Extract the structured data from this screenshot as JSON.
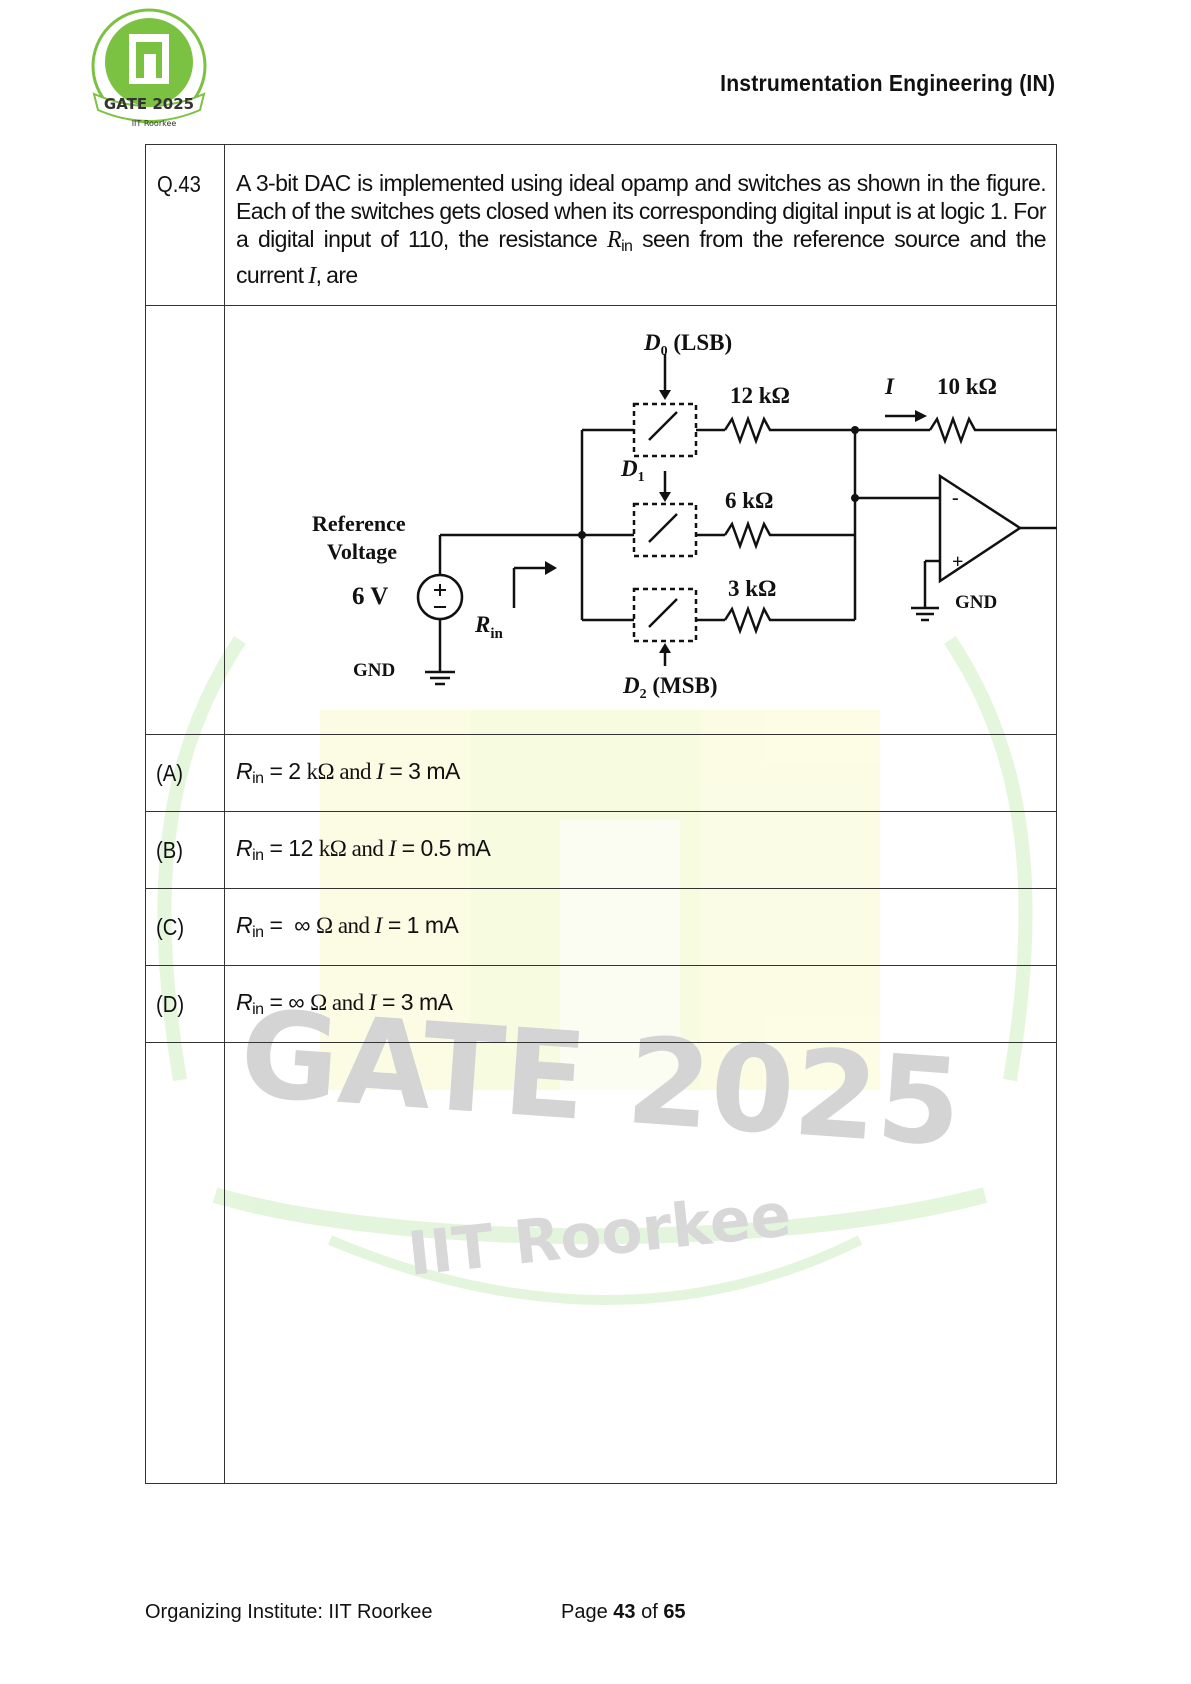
{
  "header": {
    "logo_text": "GATE 2025",
    "logo_subtext": "IIT Roorkee",
    "subject": "Instrumentation Engineering (IN)"
  },
  "watermark": {
    "line1": "GATE 2025",
    "line2": "IIT Roorkee"
  },
  "question": {
    "number": "Q.43",
    "text_part1": "A 3-bit DAC is implemented using ideal opamp and switches as shown in the figure. Each of the switches gets closed when its corresponding digital input is at logic 1. For a digital input of 110, the resistance ",
    "text_rin_R": "R",
    "text_rin_sub": "in",
    "text_part2": " seen from the reference source and the current ",
    "text_I": "I",
    "text_part3": ", are"
  },
  "figure": {
    "d0_label": "D",
    "d0_sub": "0",
    "d0_suffix": "(LSB)",
    "d1_label": "D",
    "d1_sub": "1",
    "d2_label": "D",
    "d2_sub": "2",
    "d2_suffix": "(MSB)",
    "r_12k": "12 kΩ",
    "r_6k": "6 kΩ",
    "r_3k": "3 kΩ",
    "r_10k": "10 kΩ",
    "current_label": "I",
    "ref_line1": "Reference",
    "ref_line2": "Voltage",
    "ref_value": "6 V",
    "gnd_left": "GND",
    "gnd_right": "GND",
    "rin_R": "R",
    "rin_sub": "in",
    "plus": "+",
    "minus": "-",
    "src_plus": "+",
    "src_minus": "−"
  },
  "options": [
    {
      "label": "(A)",
      "R": "R",
      "sub": "in",
      "mid1": " = 2 ",
      "unit": "kΩ",
      "mid2": " and ",
      "I": "I",
      "tail": " = 3 mA"
    },
    {
      "label": "(B)",
      "R": "R",
      "sub": "in",
      "mid1": " = 12 ",
      "unit": "kΩ",
      "mid2": " and ",
      "I": "I",
      "tail": " = 0.5 mA"
    },
    {
      "label": "(C)",
      "R": "R",
      "sub": "in",
      "mid1": " =  ∞ ",
      "unit": "Ω",
      "mid2": " and ",
      "I": "I",
      "tail": " = 1 mA"
    },
    {
      "label": "(D)",
      "R": "R",
      "sub": "in",
      "mid1": " = ∞ ",
      "unit": "Ω",
      "mid2": " and ",
      "I": "I",
      "tail": " = 3 mA"
    }
  ],
  "footer": {
    "institute": "Organizing Institute: IIT Roorkee",
    "page_prefix": "Page ",
    "page_num": "43",
    "page_of": " of ",
    "page_total": "65"
  },
  "colors": {
    "logo_green": "#7cc242",
    "watermark_green": "#d9f2cf",
    "watermark_yellow": "#fbfbd6",
    "watermark_gray": "#d3d3d3"
  }
}
